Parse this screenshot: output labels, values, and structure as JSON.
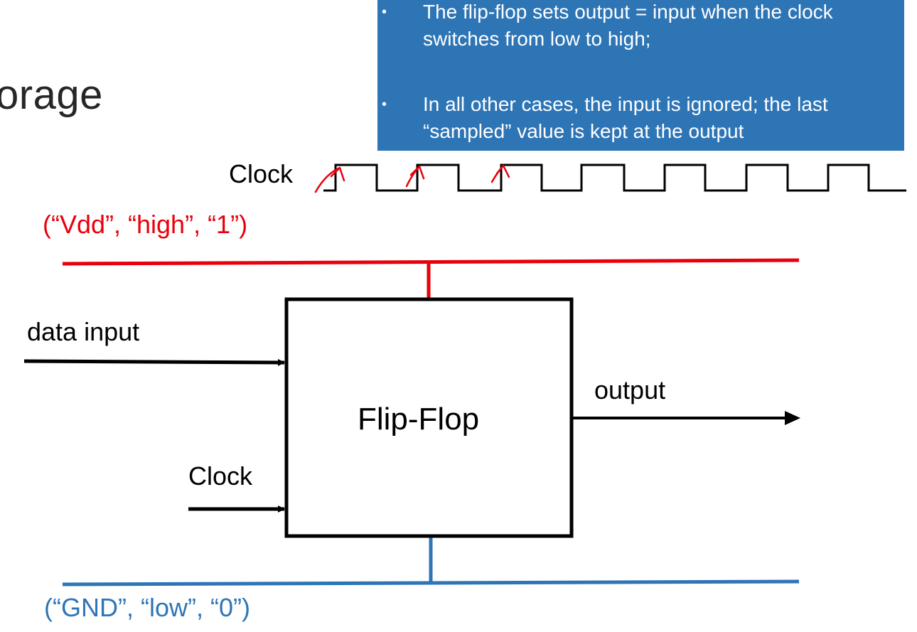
{
  "slide": {
    "title_fragment": "orage"
  },
  "note_box": {
    "items": [
      {
        "bullet": "•",
        "text": "The flip-flop sets output = input when the clock switches from low to high;"
      },
      {
        "bullet": "•",
        "text": "In all other cases, the input is ignored; the last “sampled” value is kept at the output"
      }
    ]
  },
  "diagram": {
    "clock_wave_label": "Clock",
    "vdd_label": "(“Vdd”, “high”, “1”)",
    "gnd_label": "(“GND”, “low”, “0”)",
    "block_label": "Flip-Flop",
    "data_input_label": "data input",
    "clock_input_label": "Clock",
    "output_label": "output",
    "rising_edge_marks": 3
  },
  "colors": {
    "vdd_rail": "#e8000b",
    "gnd_rail": "#2e75b6",
    "note_box_bg": "#2e75b6",
    "wire": "#000000",
    "edge_mark": "#e8000b"
  }
}
